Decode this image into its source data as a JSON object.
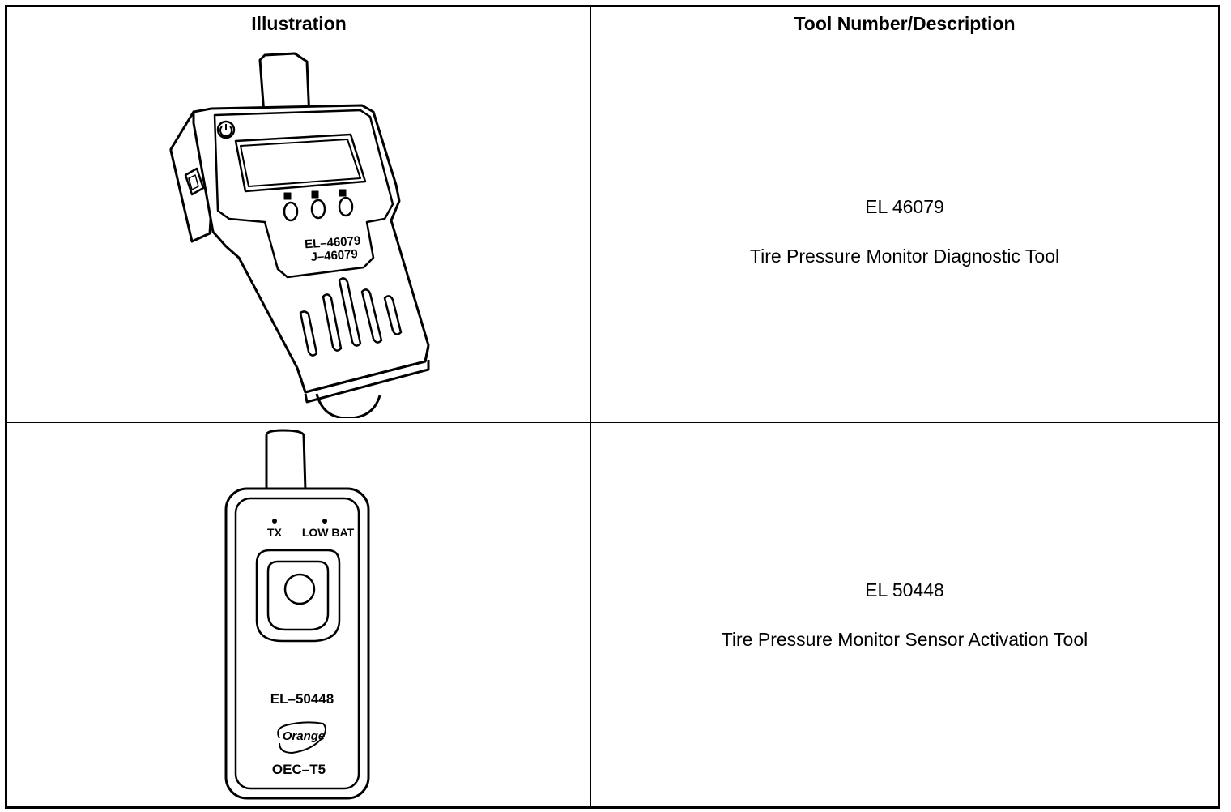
{
  "table": {
    "headers": {
      "illustration": "Illustration",
      "description": "Tool Number/Description"
    },
    "rows": [
      {
        "tool_number": "EL 46079",
        "description": "Tire Pressure Monitor Diagnostic Tool",
        "device_labels": [
          "EL–46079",
          "J–46079"
        ]
      },
      {
        "tool_number": "EL 50448",
        "description": "Tire Pressure Monitor Sensor Activation Tool",
        "device_labels": {
          "tx": "TX",
          "low_bat": "LOW BAT",
          "model": "EL–50448",
          "brand": "Orange",
          "part": "OEC–T5"
        }
      }
    ]
  }
}
